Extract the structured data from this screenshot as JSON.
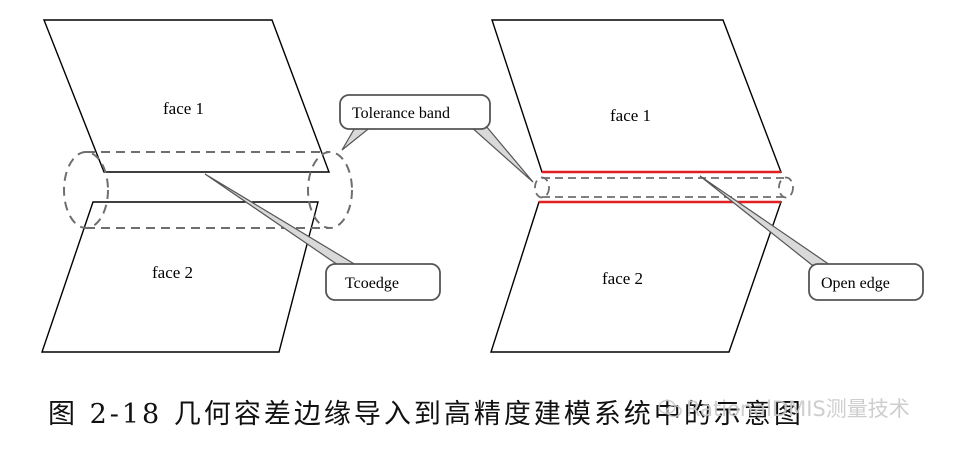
{
  "left": {
    "face_top": "face 1",
    "face_bottom": "face 2",
    "callout_band": "Tolerance band",
    "callout_edge": "Tcoedge"
  },
  "right": {
    "face_top": "face 1",
    "face_bottom": "face 2",
    "callout_edge": "Open edge"
  },
  "caption": "图 2-18 几何容差边缘导入到高精度建模系统中的示意图",
  "watermark": "RationalDMIS测量技术",
  "colors": {
    "outline": "#000000",
    "band_dash": "#6e6e6e",
    "open_edge": "#e02020",
    "callout_border": "#555555"
  }
}
